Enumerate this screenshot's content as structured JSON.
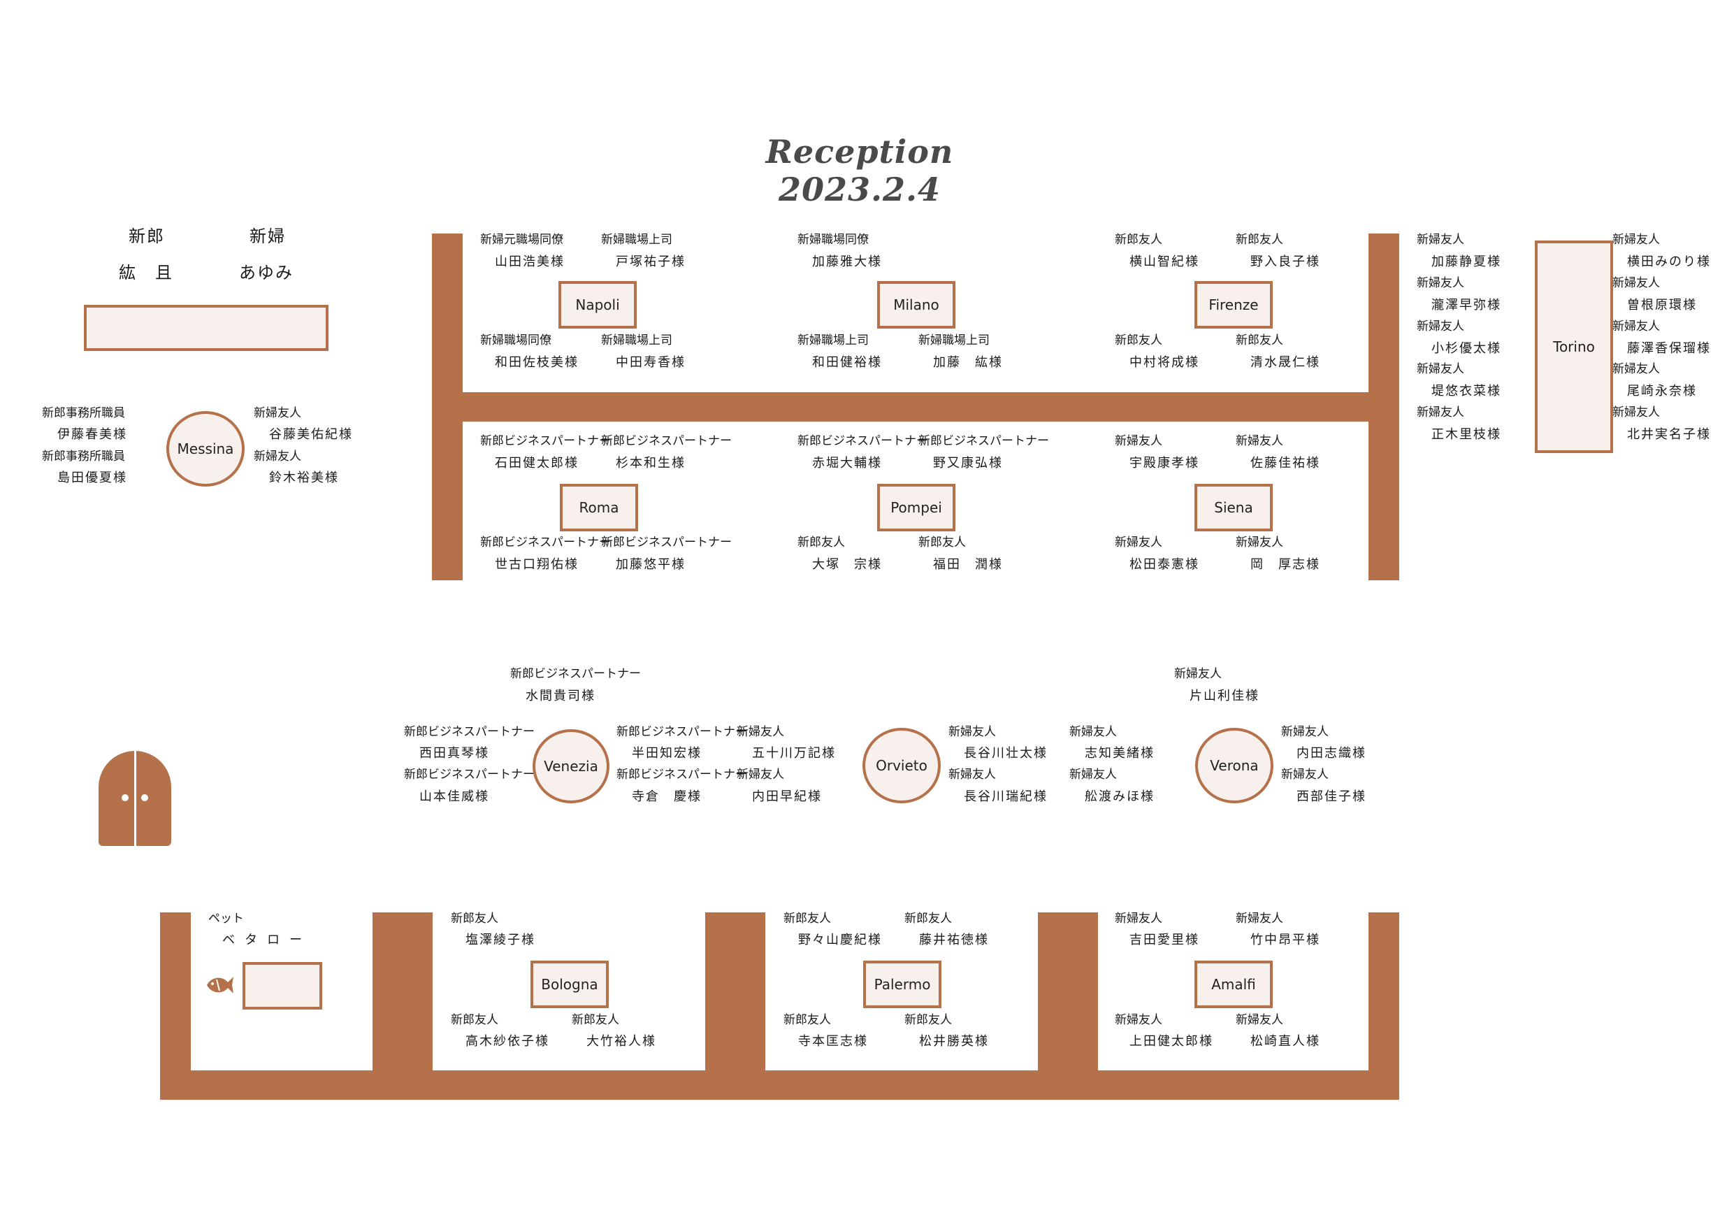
{
  "title": "Reception 2023.2.4",
  "colors": {
    "accent": "#b57149",
    "card_fill": "#f8f0ec"
  },
  "couple": {
    "groom_label": "新郎",
    "groom_name": "紘　且",
    "bride_label": "新婦",
    "bride_name": "あゆみ"
  },
  "tables": {
    "napoli": {
      "name": "Napoli",
      "guests": [
        {
          "role": "新婦元職場同僚",
          "name": "山田浩美様"
        },
        {
          "role": "新婦職場上司",
          "name": "戸塚祐子様"
        },
        {
          "role": "新婦職場同僚",
          "name": "和田佐枝美様"
        },
        {
          "role": "新婦職場上司",
          "name": "中田寿香様"
        }
      ]
    },
    "milano": {
      "name": "Milano",
      "guests": [
        {
          "role": "新婦職場同僚",
          "name": "加藤雅大様"
        },
        {
          "role": "新婦職場上司",
          "name": "和田健裕様"
        },
        {
          "role": "新婦職場上司",
          "name": "加藤　紘様"
        }
      ]
    },
    "firenze": {
      "name": "Firenze",
      "guests": [
        {
          "role": "新郎友人",
          "name": "横山智紀様"
        },
        {
          "role": "新郎友人",
          "name": "野入良子様"
        },
        {
          "role": "新郎友人",
          "name": "中村将成様"
        },
        {
          "role": "新郎友人",
          "name": "清水晟仁様"
        }
      ]
    },
    "roma": {
      "name": "Roma",
      "guests": [
        {
          "role": "新郎ビジネスパートナー",
          "name": "石田健太郎様"
        },
        {
          "role": "新郎ビジネスパートナー",
          "name": "杉本和生様"
        },
        {
          "role": "新郎ビジネスパートナー",
          "name": "世古口翔佑様"
        },
        {
          "role": "新郎ビジネスパートナー",
          "name": "加藤悠平様"
        }
      ]
    },
    "pompei": {
      "name": "Pompei",
      "guests": [
        {
          "role": "新郎ビジネスパートナー",
          "name": "赤堀大輔様"
        },
        {
          "role": "新郎ビジネスパートナー",
          "name": "野又康弘様"
        },
        {
          "role": "新郎友人",
          "name": "大塚　宗様"
        },
        {
          "role": "新郎友人",
          "name": "福田　潤様"
        }
      ]
    },
    "siena": {
      "name": "Siena",
      "guests": [
        {
          "role": "新婦友人",
          "name": "宇殿康孝様"
        },
        {
          "role": "新婦友人",
          "name": "佐藤佳祐様"
        },
        {
          "role": "新婦友人",
          "name": "松田泰憲様"
        },
        {
          "role": "新婦友人",
          "name": "岡　厚志様"
        }
      ]
    },
    "torino": {
      "name": "Torino",
      "guests": [
        {
          "role": "新婦友人",
          "name": "加藤静夏様"
        },
        {
          "role": "新婦友人",
          "name": "瀧澤早弥様"
        },
        {
          "role": "新婦友人",
          "name": "小杉優太様"
        },
        {
          "role": "新婦友人",
          "name": "堤悠衣菜様"
        },
        {
          "role": "新婦友人",
          "name": "正木里枝様"
        },
        {
          "role": "新婦友人",
          "name": "横田みのり様"
        },
        {
          "role": "新婦友人",
          "name": "曽根原環様"
        },
        {
          "role": "新婦友人",
          "name": "藤澤香保瑠様"
        },
        {
          "role": "新婦友人",
          "name": "尾崎永奈様"
        },
        {
          "role": "新婦友人",
          "name": "北井実名子様"
        }
      ]
    },
    "messina": {
      "name": "Messina",
      "guests": [
        {
          "role": "新郎事務所職員",
          "name": "伊藤春美様"
        },
        {
          "role": "新郎事務所職員",
          "name": "島田優夏様"
        },
        {
          "role": "新婦友人",
          "name": "谷藤美佑紀様"
        },
        {
          "role": "新婦友人",
          "name": "鈴木裕美様"
        }
      ]
    },
    "venezia": {
      "name": "Venezia",
      "guests": [
        {
          "role": "新郎ビジネスパートナー",
          "name": "水間貴司様"
        },
        {
          "role": "新郎ビジネスパートナー",
          "name": "西田真琴様"
        },
        {
          "role": "新郎ビジネスパートナー",
          "name": "山本佳威様"
        },
        {
          "role": "新郎ビジネスパートナー",
          "name": "半田知宏様"
        },
        {
          "role": "新郎ビジネスパートナー",
          "name": "寺倉　慶様"
        }
      ]
    },
    "orvieto": {
      "name": "Orvieto",
      "guests": [
        {
          "role": "新婦友人",
          "name": "五十川万記様"
        },
        {
          "role": "新婦友人",
          "name": "内田早紀様"
        },
        {
          "role": "新婦友人",
          "name": "長谷川壮太様"
        },
        {
          "role": "新婦友人",
          "name": "長谷川瑞紀様"
        }
      ]
    },
    "verona": {
      "name": "Verona",
      "guests": [
        {
          "role": "新婦友人",
          "name": "片山利佳様"
        },
        {
          "role": "新婦友人",
          "name": "志知美緒様"
        },
        {
          "role": "新婦友人",
          "name": "舩渡みほ様"
        },
        {
          "role": "新婦友人",
          "name": "内田志織様"
        },
        {
          "role": "新婦友人",
          "name": "西部佳子様"
        }
      ]
    },
    "pet": {
      "role": "ペット",
      "name": "ベタロー"
    },
    "bologna": {
      "name": "Bologna",
      "guests": [
        {
          "role": "新郎友人",
          "name": "塩澤綾子様"
        },
        {
          "role": "新郎友人",
          "name": "高木紗依子様"
        },
        {
          "role": "新郎友人",
          "name": "大竹裕人様"
        }
      ]
    },
    "palermo": {
      "name": "Palermo",
      "guests": [
        {
          "role": "新郎友人",
          "name": "野々山慶紀様"
        },
        {
          "role": "新郎友人",
          "name": "藤井祐徳様"
        },
        {
          "role": "新郎友人",
          "name": "寺本匡志様"
        },
        {
          "role": "新郎友人",
          "name": "松井勝英様"
        }
      ]
    },
    "amalfi": {
      "name": "Amalfi",
      "guests": [
        {
          "role": "新婦友人",
          "name": "吉田愛里様"
        },
        {
          "role": "新婦友人",
          "name": "竹中昂平様"
        },
        {
          "role": "新婦友人",
          "name": "上田健太郎様"
        },
        {
          "role": "新婦友人",
          "name": "松崎直人様"
        }
      ]
    }
  }
}
